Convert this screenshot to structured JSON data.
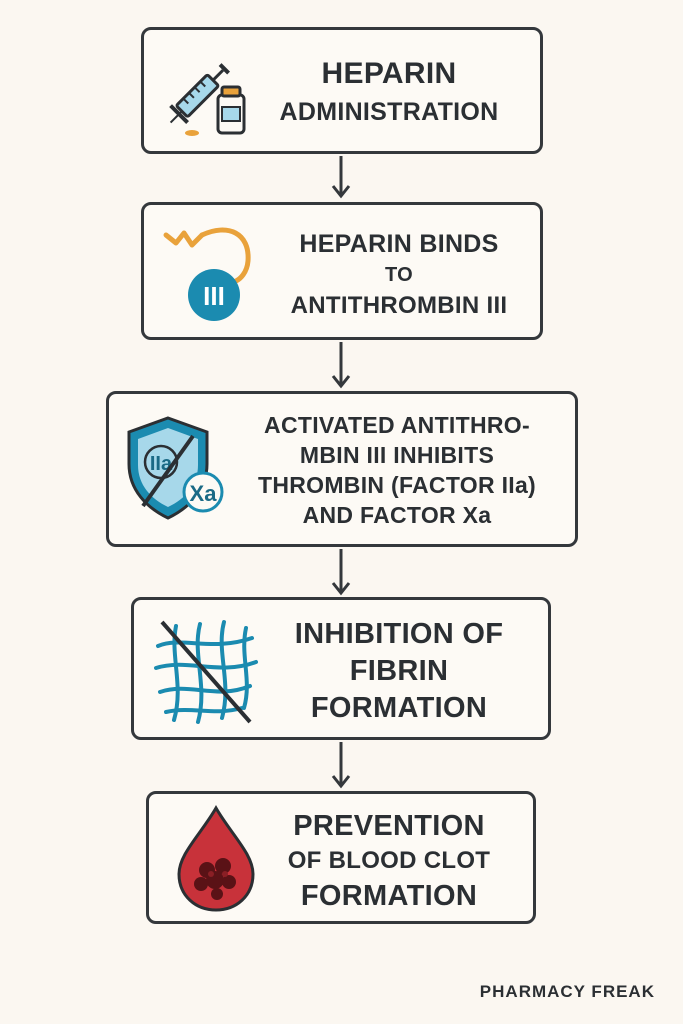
{
  "steps": [
    {
      "icon": "syringe-vial-icon",
      "lines": [
        "HEPARIN",
        "ADMINISTRATION"
      ]
    },
    {
      "icon": "heparin-antithrombin-icon",
      "icon_text": "III",
      "lines": [
        "HEPARIN BINDS",
        "TO",
        "ANTITHROMBIN III"
      ]
    },
    {
      "icon": "shield-factor-icon",
      "icon_text_a": "IIa",
      "icon_text_b": "Xa",
      "lines": [
        "ACTIVATED ANTITHRO-",
        "MBIN III INHIBITS",
        "THROMBIN (FACTOR IIa)",
        "AND FACTOR Xa"
      ]
    },
    {
      "icon": "fibrin-mesh-icon",
      "lines": [
        "INHIBITION OF",
        "FIBRIN",
        "FORMATION"
      ]
    },
    {
      "icon": "blood-drop-icon",
      "lines": [
        "PREVENTION",
        "OF BLOOD CLOT",
        "FORMATION"
      ]
    }
  ],
  "footer": "PHARMACY FREAK",
  "colors": {
    "background": "#fbf7f1",
    "border": "#34383c",
    "teal": "#1b8bb0",
    "light_blue": "#a7d8ea",
    "orange": "#e9a23b",
    "red": "#c8323a",
    "dark_red": "#5a1216"
  }
}
